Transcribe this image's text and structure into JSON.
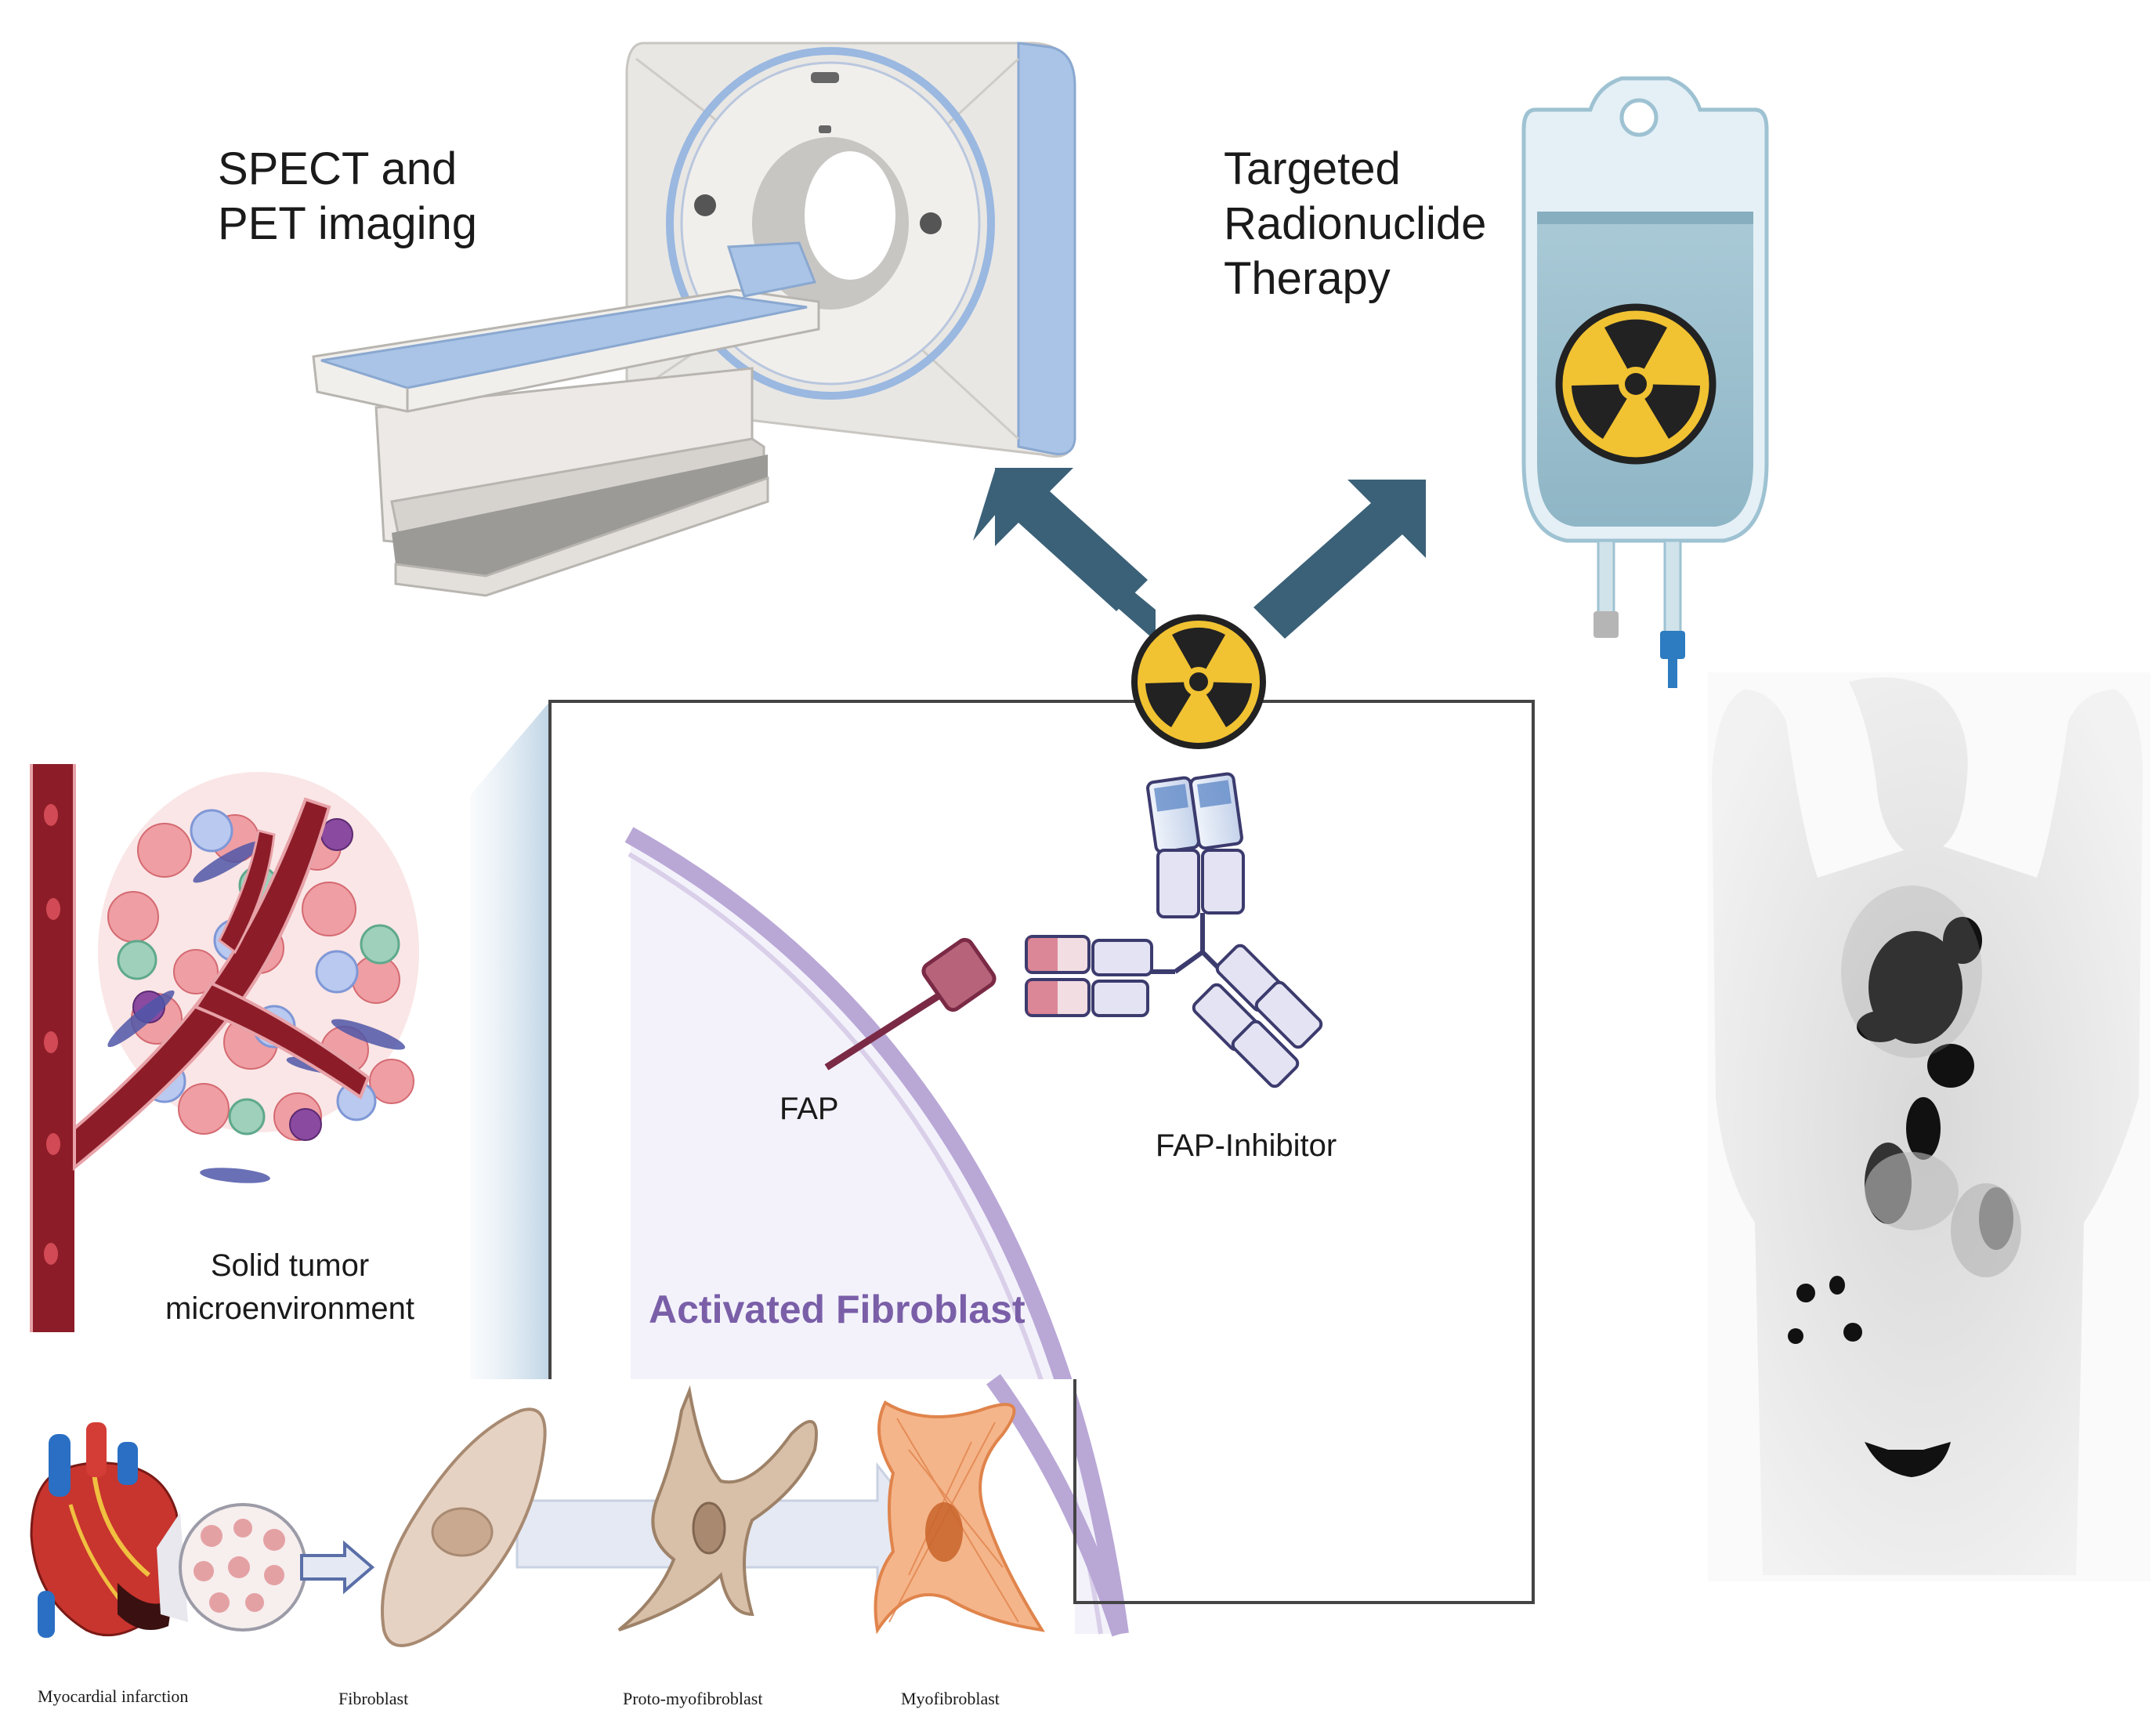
{
  "labels": {
    "imaging": [
      "SPECT and",
      "PET imaging"
    ],
    "therapy": [
      "Targeted",
      "Radionuclide",
      "Therapy"
    ],
    "fap": "FAP",
    "fap_inhibitor": "FAP-Inhibitor",
    "tumor": [
      "Solid tumor",
      "microenvironment"
    ],
    "activated_fibroblast": "Activated Fibroblast",
    "stages": [
      "Myocardial infarction",
      "Fibroblast",
      "Proto-myofibroblast",
      "Myofibroblast"
    ]
  },
  "icons": {
    "scanner": "pet-scanner-icon",
    "iv_bag": "iv-bag-icon",
    "radiation": "radiation-symbol-icon",
    "antibody": "antibody-icon",
    "heart": "heart-icon"
  },
  "colors": {
    "arrow": "#3b6178",
    "radiation_yellow": "#f1c232",
    "membrane": "#b9a7d6",
    "activated_text": "#7a5fa8",
    "fap_receptor": "#a84d5d",
    "box_border": "#444444",
    "myofibroblast": "#f0a36e",
    "fibroblast": "#e6d2c2"
  }
}
